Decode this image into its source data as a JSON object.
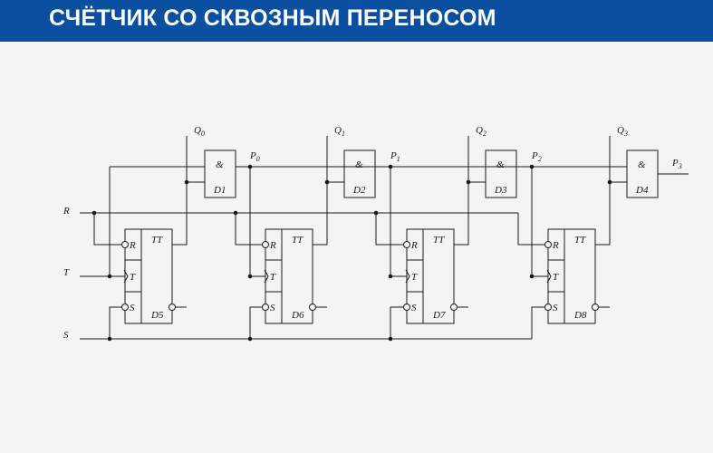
{
  "header": {
    "title": "СЧЁТЧИК СО СКВОЗНЫМ ПЕРЕНОСОМ"
  },
  "inputs": {
    "r": "R",
    "t": "T",
    "s": "S"
  },
  "flipflops": [
    {
      "name": "D5",
      "type": "TT",
      "pins": [
        "R",
        "T",
        "S"
      ]
    },
    {
      "name": "D6",
      "type": "TT",
      "pins": [
        "R",
        "T",
        "S"
      ]
    },
    {
      "name": "D7",
      "type": "TT",
      "pins": [
        "R",
        "T",
        "S"
      ]
    },
    {
      "name": "D8",
      "type": "TT",
      "pins": [
        "R",
        "T",
        "S"
      ]
    }
  ],
  "gates": [
    {
      "name": "D1",
      "symbol": "&"
    },
    {
      "name": "D2",
      "symbol": "&"
    },
    {
      "name": "D3",
      "symbol": "&"
    },
    {
      "name": "D4",
      "symbol": "&"
    }
  ],
  "outputs": {
    "q": [
      {
        "base": "Q",
        "sub": "0"
      },
      {
        "base": "Q",
        "sub": "1"
      },
      {
        "base": "Q",
        "sub": "2"
      },
      {
        "base": "Q",
        "sub": "3"
      }
    ],
    "p": [
      {
        "base": "P",
        "sub": "0"
      },
      {
        "base": "P",
        "sub": "1"
      },
      {
        "base": "P",
        "sub": "2"
      },
      {
        "base": "P",
        "sub": "3"
      }
    ]
  }
}
